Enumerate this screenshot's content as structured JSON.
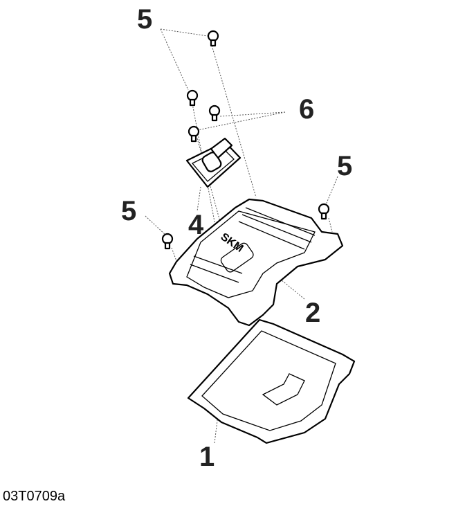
{
  "callouts": {
    "bolt_top": "5",
    "bolt_right": "5",
    "bolt_left": "5",
    "washer": "6",
    "breather": "4",
    "cover": "2",
    "gasket": "1"
  },
  "caption": "03T0709a"
}
